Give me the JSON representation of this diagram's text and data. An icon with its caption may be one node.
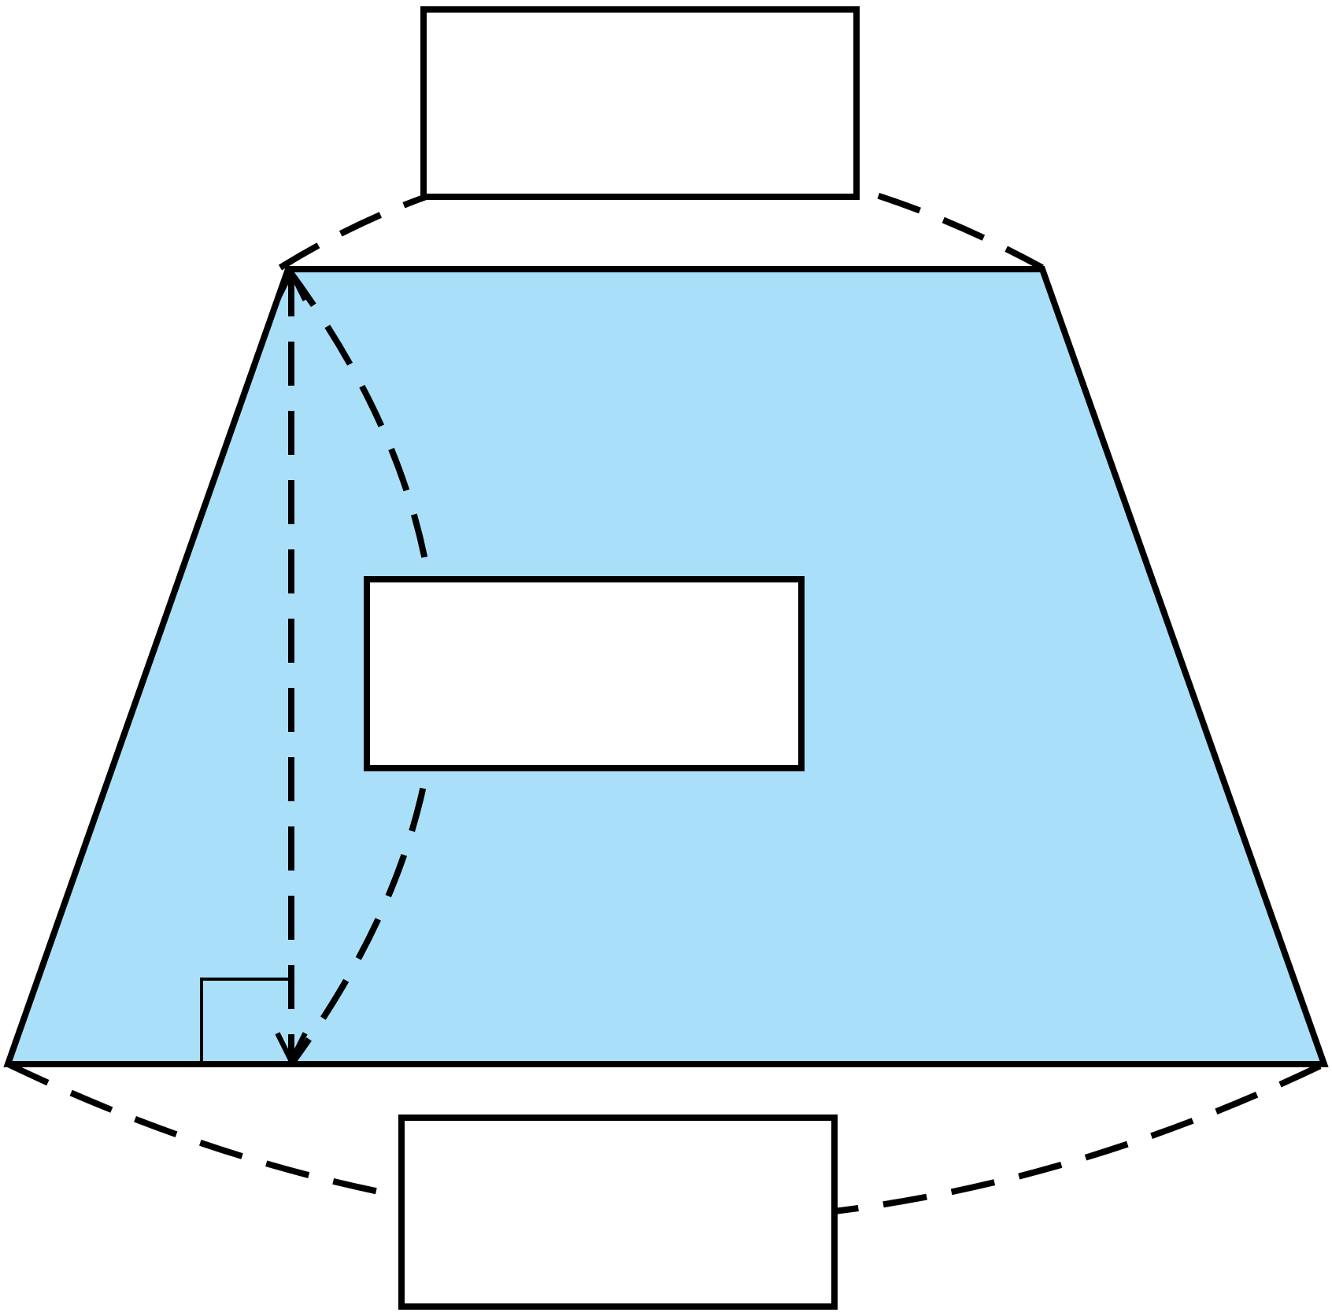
{
  "diagram": {
    "nodes": [
      {
        "text": [],
        "shape": "trapezoid"
      },
      {
        "text": [],
        "shape": "box"
      },
      {
        "text": [],
        "shape": "box",
        "in": 0
      },
      {
        "text": [],
        "shape": "box"
      }
    ]
  }
}
